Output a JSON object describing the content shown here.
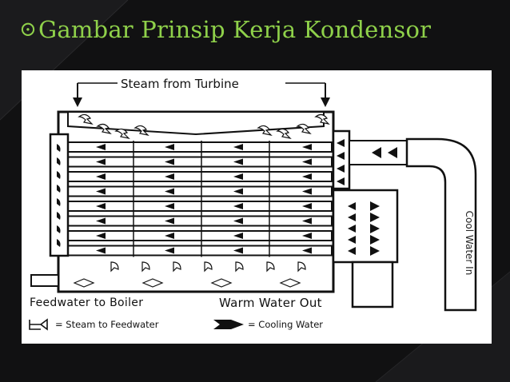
{
  "slide": {
    "bullet_icon": "circle-dot-bullet-icon",
    "title": "Gambar Prinsip Kerja Kondensor",
    "title_color": "#8fd14a",
    "background_color": "#111112"
  },
  "diagram": {
    "steam_from_turbine": "Steam from Turbine",
    "feedwater_to_boiler": "Feedwater to Boiler",
    "warm_water_out": "Warm Water Out",
    "legend_steam": "= Steam to Feedwater",
    "legend_cooling": "= Cooling Water",
    "cool_water_in": "Cool Water In",
    "icons": [
      "steam-arrow-icon",
      "cooling-water-arrow-icon"
    ]
  }
}
